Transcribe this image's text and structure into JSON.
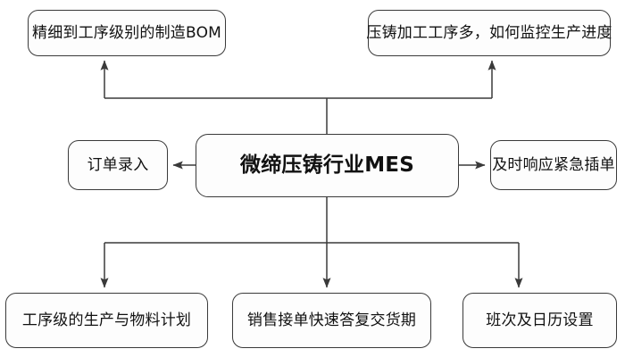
{
  "diagram": {
    "title": "微缔压铸行业MES",
    "background_color": "#ffffff",
    "node_fill_color": "#fdfdfd",
    "node_border_color": "#3a3a3a",
    "edge_color": "#3a3a3a",
    "text_color": "#111111"
  },
  "nodes": {
    "center": {
      "id": "core",
      "label": "微缔压铸行业MES"
    },
    "top_left": {
      "id": "bom",
      "label": "精细到工序级别的制造BOM"
    },
    "top_right": {
      "id": "monitor",
      "label": "压铸加工工序多，如何监控生产进度"
    },
    "mid_left": {
      "id": "order",
      "label": "订单录入"
    },
    "mid_right": {
      "id": "urgent",
      "label": "及时响应紧急插单"
    },
    "bottom_left": {
      "id": "plan",
      "label": "工序级的生产与物料计划"
    },
    "bottom_center": {
      "id": "delivery",
      "label": "销售接单快速答复交货期"
    },
    "bottom_right": {
      "id": "calendar",
      "label": "班次及日历设置"
    }
  },
  "edges": [
    {
      "from": "core",
      "to": "bom",
      "style": "elbow-up",
      "arrow": "end"
    },
    {
      "from": "core",
      "to": "monitor",
      "style": "elbow-up",
      "arrow": "end"
    },
    {
      "from": "core",
      "to": "order",
      "style": "straight-left",
      "arrow": "end"
    },
    {
      "from": "core",
      "to": "urgent",
      "style": "straight-right",
      "arrow": "end"
    },
    {
      "from": "core",
      "to": "plan",
      "style": "elbow-down",
      "arrow": "end"
    },
    {
      "from": "core",
      "to": "delivery",
      "style": "straight-down",
      "arrow": "end"
    },
    {
      "from": "core",
      "to": "calendar",
      "style": "elbow-down",
      "arrow": "end"
    }
  ]
}
